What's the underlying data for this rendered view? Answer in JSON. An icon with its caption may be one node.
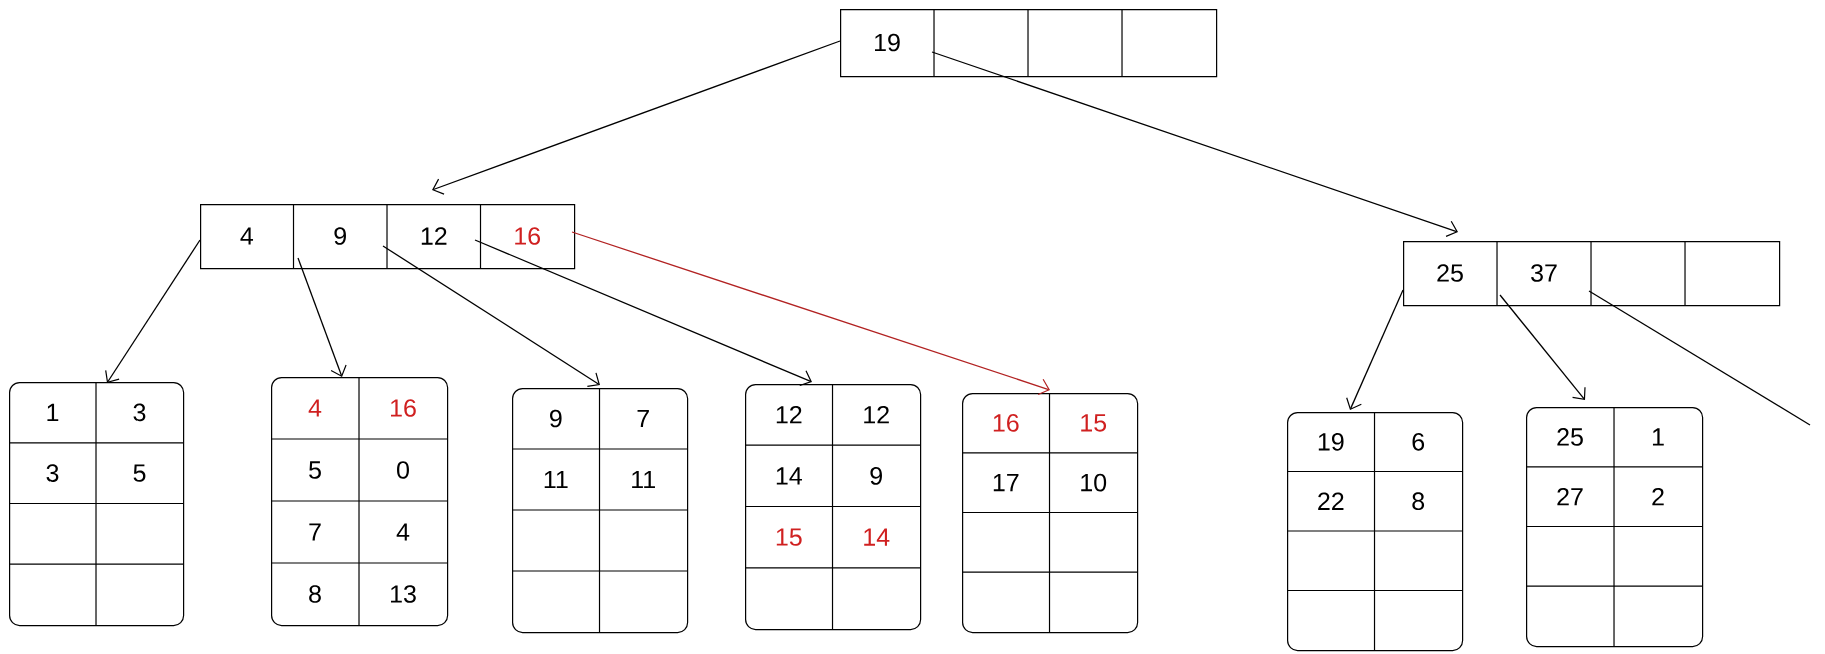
{
  "diagram": {
    "nodes": [
      {
        "text": [
          "19"
        ]
      },
      {
        "text": [
          "4",
          "9",
          "12",
          "16"
        ]
      },
      {
        "text": [
          "25",
          "37"
        ]
      },
      {
        "text": [
          "1",
          "3",
          "3",
          "5"
        ]
      },
      {
        "text": [
          "4",
          "16",
          "5",
          "0",
          "7",
          "4",
          "8",
          "13"
        ]
      },
      {
        "text": [
          "9",
          "7",
          "11",
          "11"
        ]
      },
      {
        "text": [
          "12",
          "12",
          "14",
          "9",
          "15",
          "14"
        ]
      },
      {
        "text": [
          "16",
          "15",
          "17",
          "10"
        ]
      },
      {
        "text": [
          "19",
          "6",
          "22",
          "8"
        ]
      },
      {
        "text": [
          "25",
          "1",
          "27",
          "2"
        ]
      }
    ],
    "edges": [
      {
        "from": 0,
        "to": 1,
        "arrow": "to"
      },
      {
        "from": 0,
        "to": 2,
        "arrow": "to"
      },
      {
        "from": 1,
        "to": 3,
        "arrow": "to"
      },
      {
        "from": 1,
        "to": 4,
        "arrow": "to"
      },
      {
        "from": 1,
        "to": 5,
        "arrow": "to"
      },
      {
        "from": 1,
        "to": 6,
        "arrow": "to"
      },
      {
        "from": 1,
        "to": 7,
        "arrow": "to",
        "color": "#b22222"
      },
      {
        "from": 2,
        "to": 8,
        "arrow": "to"
      },
      {
        "from": 2,
        "to": 9,
        "arrow": "to"
      },
      {
        "from": 2,
        "to": null,
        "arrow": "none"
      }
    ]
  }
}
